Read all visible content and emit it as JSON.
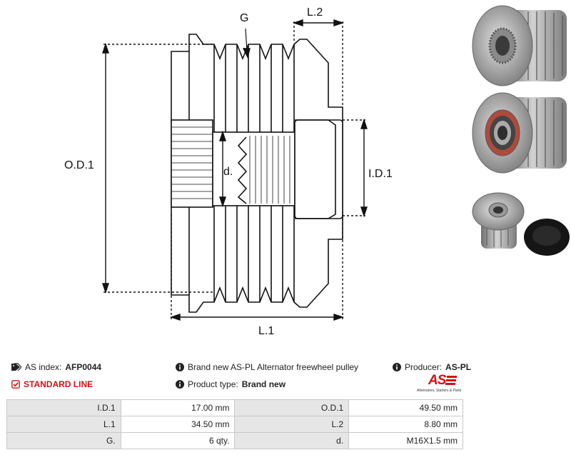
{
  "drawing": {
    "labels": {
      "groove": "G",
      "l2": "L.2",
      "od1": "O.D.1",
      "d": "d.",
      "id1": "I.D.1",
      "l1": "L.1"
    }
  },
  "info": {
    "as_index_label": "AS index:",
    "as_index_value": "AFP0044",
    "standard_line": "STANDARD LINE",
    "description": "Brand new AS-PL Alternator freewheel pulley",
    "product_type_label": "Product type:",
    "product_type_value": "Brand new",
    "producer_label": "Producer:",
    "producer_value": "AS-PL"
  },
  "logo": {
    "brand": "AS",
    "tagline": "Alternators, Starters & Parts"
  },
  "specs": [
    {
      "label_a": "I.D.1",
      "value_a": "17.00 mm",
      "label_b": "O.D.1",
      "value_b": "49.50 mm"
    },
    {
      "label_a": "L.1",
      "value_a": "34.50 mm",
      "label_b": "L.2",
      "value_b": "8.80 mm"
    },
    {
      "label_a": "G.",
      "value_a": "6 qty.",
      "label_b": "d.",
      "value_b": "M16X1.5 mm"
    }
  ],
  "colors": {
    "accent": "#d40f14",
    "table_label_bg": "#e6e6e6",
    "metal": "#9a9a9a"
  }
}
